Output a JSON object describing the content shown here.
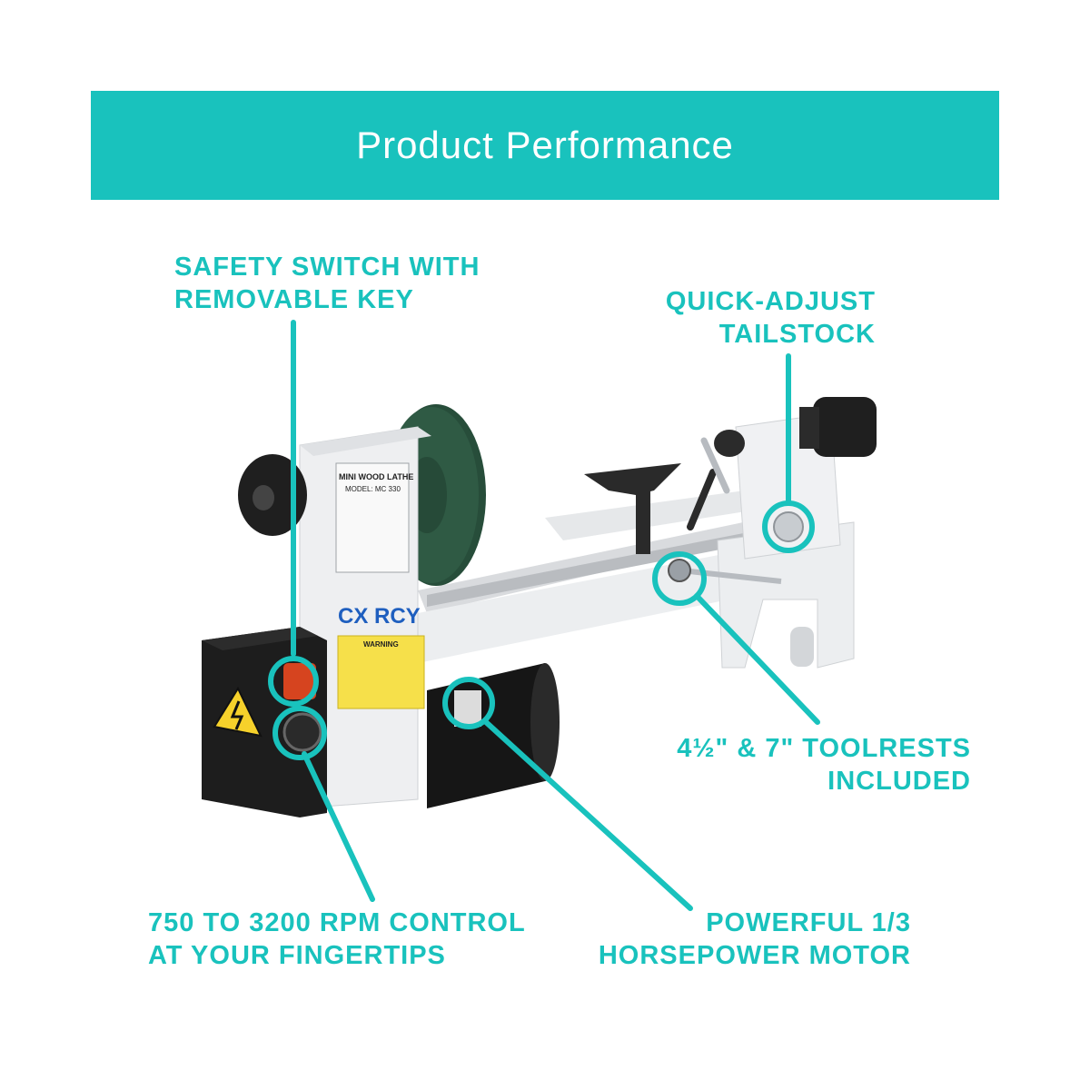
{
  "colors": {
    "accent": "#19c2bd",
    "banner_text": "#ffffff",
    "machine_white": "#eeeff1",
    "machine_dark": "#1c1c1c",
    "faceplate": "#2f5a44"
  },
  "banner": {
    "title": "Product Performance"
  },
  "callouts": {
    "safety": {
      "line1": "SAFETY SWITCH WITH",
      "line2": "REMOVABLE KEY"
    },
    "tailstock": {
      "line1": "QUICK-ADJUST",
      "line2": "TAILSTOCK"
    },
    "toolrests": {
      "line1": "4½\" & 7\" TOOLRESTS",
      "line2": "INCLUDED"
    },
    "rpm": {
      "line1": "750 TO 3200 RPM CONTROL",
      "line2": "AT YOUR FINGERTIPS"
    },
    "motor": {
      "line1": "POWERFUL 1/3",
      "line2": "HORSEPOWER MOTOR"
    }
  },
  "product": {
    "brand": "CX RCY",
    "plate_title": "MINI WOOD LATHE",
    "plate_model": "MODEL: MC 330",
    "warning_label": "WARNING",
    "icons": [
      "lathe-illustration",
      "electric-hazard-icon",
      "speed-dial-icon",
      "safety-switch-icon"
    ]
  }
}
